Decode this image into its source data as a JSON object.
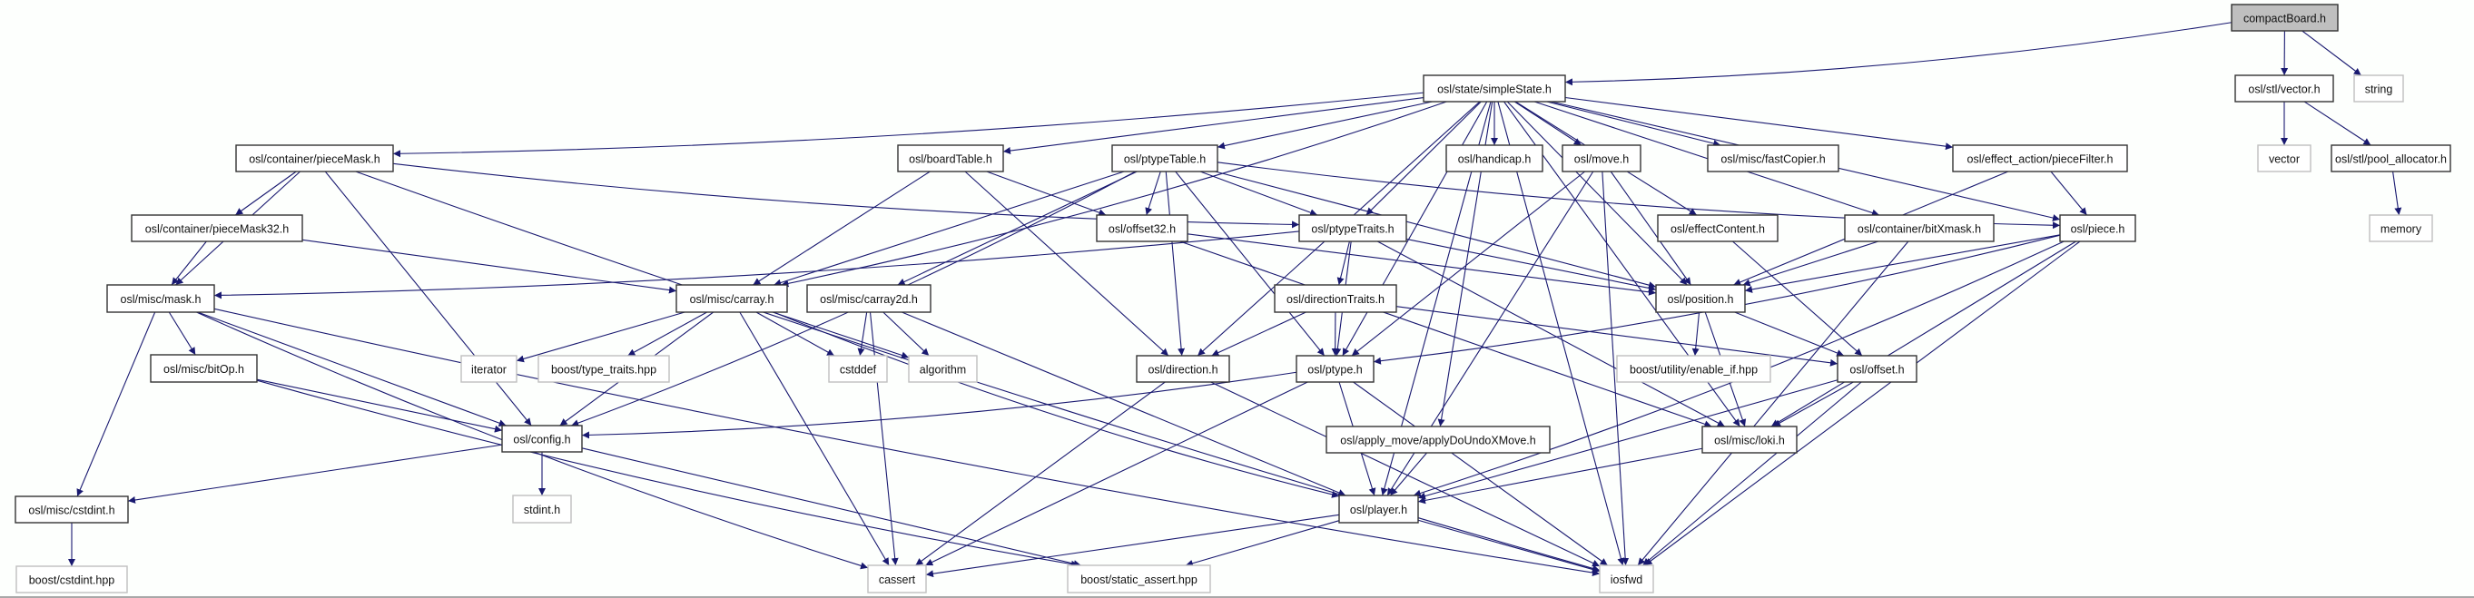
{
  "graph": {
    "edge_color": "#191970",
    "root_fill": "#bfbfbf",
    "nodes": [
      {
        "id": "compactBoard",
        "label": "compactBoard.h",
        "kind": "root"
      },
      {
        "id": "stl_vector",
        "label": "osl/stl/vector.h",
        "kind": "internal"
      },
      {
        "id": "string",
        "label": "string",
        "kind": "external"
      },
      {
        "id": "vector",
        "label": "vector",
        "kind": "external"
      },
      {
        "id": "pool_allocator",
        "label": "osl/stl/pool_allocator.h",
        "kind": "internal"
      },
      {
        "id": "memory",
        "label": "memory",
        "kind": "external"
      },
      {
        "id": "simpleState",
        "label": "osl/state/simpleState.h",
        "kind": "internal"
      },
      {
        "id": "pieceMask",
        "label": "osl/container/pieceMask.h",
        "kind": "internal"
      },
      {
        "id": "boardTable",
        "label": "osl/boardTable.h",
        "kind": "internal"
      },
      {
        "id": "ptypeTable",
        "label": "osl/ptypeTable.h",
        "kind": "internal"
      },
      {
        "id": "handicap",
        "label": "osl/handicap.h",
        "kind": "internal"
      },
      {
        "id": "move",
        "label": "osl/move.h",
        "kind": "internal"
      },
      {
        "id": "fastCopier",
        "label": "osl/misc/fastCopier.h",
        "kind": "internal"
      },
      {
        "id": "pieceFilter",
        "label": "osl/effect_action/pieceFilter.h",
        "kind": "internal"
      },
      {
        "id": "pieceMask32",
        "label": "osl/container/pieceMask32.h",
        "kind": "internal"
      },
      {
        "id": "offset32",
        "label": "osl/offset32.h",
        "kind": "internal"
      },
      {
        "id": "ptypeTraits",
        "label": "osl/ptypeTraits.h",
        "kind": "internal"
      },
      {
        "id": "effectContent",
        "label": "osl/effectContent.h",
        "kind": "internal"
      },
      {
        "id": "bitXmask",
        "label": "osl/container/bitXmask.h",
        "kind": "internal"
      },
      {
        "id": "piece",
        "label": "osl/piece.h",
        "kind": "internal"
      },
      {
        "id": "mask",
        "label": "osl/misc/mask.h",
        "kind": "internal"
      },
      {
        "id": "carray",
        "label": "osl/misc/carray.h",
        "kind": "internal"
      },
      {
        "id": "carray2d",
        "label": "osl/misc/carray2d.h",
        "kind": "internal"
      },
      {
        "id": "directionTraits",
        "label": "osl/directionTraits.h",
        "kind": "internal"
      },
      {
        "id": "position",
        "label": "osl/position.h",
        "kind": "internal"
      },
      {
        "id": "bitOp",
        "label": "osl/misc/bitOp.h",
        "kind": "internal"
      },
      {
        "id": "iterator",
        "label": "iterator",
        "kind": "external"
      },
      {
        "id": "type_traits",
        "label": "boost/type_traits.hpp",
        "kind": "external"
      },
      {
        "id": "cstddef",
        "label": "cstddef",
        "kind": "external"
      },
      {
        "id": "algorithm",
        "label": "algorithm",
        "kind": "external"
      },
      {
        "id": "direction",
        "label": "osl/direction.h",
        "kind": "internal"
      },
      {
        "id": "ptype",
        "label": "osl/ptype.h",
        "kind": "internal"
      },
      {
        "id": "enable_if",
        "label": "boost/utility/enable_if.hpp",
        "kind": "external"
      },
      {
        "id": "offset",
        "label": "osl/offset.h",
        "kind": "internal"
      },
      {
        "id": "config",
        "label": "osl/config.h",
        "kind": "internal"
      },
      {
        "id": "applyDoUndo",
        "label": "osl/apply_move/applyDoUndoXMove.h",
        "kind": "internal"
      },
      {
        "id": "loki",
        "label": "osl/misc/loki.h",
        "kind": "internal"
      },
      {
        "id": "cstdint",
        "label": "osl/misc/cstdint.h",
        "kind": "internal"
      },
      {
        "id": "stdint",
        "label": "stdint.h",
        "kind": "external"
      },
      {
        "id": "player",
        "label": "osl/player.h",
        "kind": "internal"
      },
      {
        "id": "boost_cstdint",
        "label": "boost/cstdint.hpp",
        "kind": "external"
      },
      {
        "id": "cassert",
        "label": "cassert",
        "kind": "external"
      },
      {
        "id": "static_assert",
        "label": "boost/static_assert.hpp",
        "kind": "external"
      },
      {
        "id": "iosfwd",
        "label": "iosfwd",
        "kind": "external"
      }
    ],
    "edges": [
      [
        "compactBoard",
        "simpleState"
      ],
      [
        "compactBoard",
        "stl_vector"
      ],
      [
        "compactBoard",
        "string"
      ],
      [
        "stl_vector",
        "vector"
      ],
      [
        "stl_vector",
        "pool_allocator"
      ],
      [
        "pool_allocator",
        "memory"
      ],
      [
        "simpleState",
        "pieceMask"
      ],
      [
        "simpleState",
        "boardTable"
      ],
      [
        "simpleState",
        "ptypeTable"
      ],
      [
        "simpleState",
        "carray"
      ],
      [
        "simpleState",
        "direction"
      ],
      [
        "simpleState",
        "ptypeTraits"
      ],
      [
        "simpleState",
        "ptype"
      ],
      [
        "simpleState",
        "handicap"
      ],
      [
        "simpleState",
        "move"
      ],
      [
        "simpleState",
        "applyDoUndo"
      ],
      [
        "simpleState",
        "fastCopier"
      ],
      [
        "simpleState",
        "effectContent"
      ],
      [
        "simpleState",
        "pieceFilter"
      ],
      [
        "simpleState",
        "bitXmask"
      ],
      [
        "simpleState",
        "piece"
      ],
      [
        "simpleState",
        "position"
      ],
      [
        "simpleState",
        "loki"
      ],
      [
        "simpleState",
        "iosfwd"
      ],
      [
        "simpleState",
        "player"
      ],
      [
        "pieceMask",
        "pieceMask32"
      ],
      [
        "pieceMask",
        "mask"
      ],
      [
        "pieceMask",
        "config"
      ],
      [
        "pieceMask",
        "iosfwd"
      ],
      [
        "pieceMask",
        "ptypeTraits"
      ],
      [
        "pieceMask32",
        "mask"
      ],
      [
        "pieceMask32",
        "carray"
      ],
      [
        "mask",
        "bitOp"
      ],
      [
        "mask",
        "cstdint"
      ],
      [
        "mask",
        "config"
      ],
      [
        "mask",
        "cassert"
      ],
      [
        "mask",
        "iosfwd"
      ],
      [
        "bitOp",
        "config"
      ],
      [
        "bitOp",
        "static_assert"
      ],
      [
        "config",
        "cstdint"
      ],
      [
        "config",
        "stdint"
      ],
      [
        "config",
        "static_assert"
      ],
      [
        "cstdint",
        "boost_cstdint"
      ],
      [
        "boardTable",
        "carray"
      ],
      [
        "boardTable",
        "offset32"
      ],
      [
        "boardTable",
        "direction"
      ],
      [
        "ptypeTable",
        "carray"
      ],
      [
        "ptypeTable",
        "carray2d"
      ],
      [
        "ptypeTable",
        "offset32"
      ],
      [
        "ptypeTable",
        "ptypeTraits"
      ],
      [
        "ptypeTable",
        "ptype"
      ],
      [
        "ptypeTable",
        "direction"
      ],
      [
        "ptypeTable",
        "config"
      ],
      [
        "ptypeTable",
        "position"
      ],
      [
        "ptypeTable",
        "piece"
      ],
      [
        "carray",
        "iterator"
      ],
      [
        "carray",
        "type_traits"
      ],
      [
        "carray",
        "cstddef"
      ],
      [
        "carray",
        "algorithm"
      ],
      [
        "carray",
        "config"
      ],
      [
        "carray",
        "cassert"
      ],
      [
        "carray",
        "player"
      ],
      [
        "carray2d",
        "cstddef"
      ],
      [
        "carray2d",
        "algorithm"
      ],
      [
        "carray2d",
        "cassert"
      ],
      [
        "carray2d",
        "player"
      ],
      [
        "offset32",
        "position"
      ],
      [
        "offset32",
        "loki"
      ],
      [
        "ptypeTraits",
        "mask"
      ],
      [
        "ptypeTraits",
        "directionTraits"
      ],
      [
        "ptypeTraits",
        "ptype"
      ],
      [
        "ptypeTraits",
        "position"
      ],
      [
        "ptypeTraits",
        "loki"
      ],
      [
        "directionTraits",
        "direction"
      ],
      [
        "directionTraits",
        "ptype"
      ],
      [
        "directionTraits",
        "offset"
      ],
      [
        "direction",
        "cassert"
      ],
      [
        "direction",
        "iosfwd"
      ],
      [
        "ptype",
        "config"
      ],
      [
        "ptype",
        "player"
      ],
      [
        "ptype",
        "cassert"
      ],
      [
        "ptype",
        "iosfwd"
      ],
      [
        "applyDoUndo",
        "player"
      ],
      [
        "move",
        "ptype"
      ],
      [
        "move",
        "position"
      ],
      [
        "move",
        "player"
      ],
      [
        "move",
        "iosfwd"
      ],
      [
        "effectContent",
        "offset"
      ],
      [
        "position",
        "enable_if"
      ],
      [
        "position",
        "offset"
      ],
      [
        "position",
        "loki"
      ],
      [
        "offset",
        "loki"
      ],
      [
        "offset",
        "player"
      ],
      [
        "offset",
        "iosfwd"
      ],
      [
        "loki",
        "player"
      ],
      [
        "player",
        "cassert"
      ],
      [
        "player",
        "static_assert"
      ],
      [
        "player",
        "iosfwd"
      ],
      [
        "pieceFilter",
        "piece"
      ],
      [
        "pieceFilter",
        "position"
      ],
      [
        "bitXmask",
        "position"
      ],
      [
        "bitXmask",
        "iosfwd"
      ],
      [
        "piece",
        "position"
      ],
      [
        "piece",
        "ptype"
      ],
      [
        "piece",
        "player"
      ],
      [
        "piece",
        "loki"
      ],
      [
        "piece",
        "iosfwd"
      ]
    ]
  }
}
